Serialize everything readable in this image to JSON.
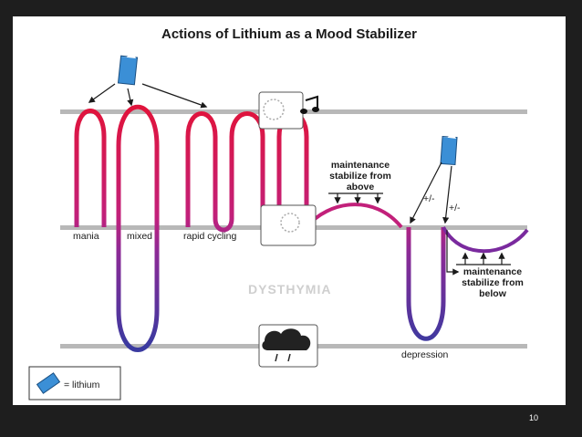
{
  "slide": {
    "title": "Actions of Lithium as a Mood Stabilizer",
    "page_number": "10"
  },
  "labels": {
    "mania": "mania",
    "mixed": "mixed",
    "rapid_cycling": "rapid cycling",
    "dysthymia": "DYSTHYMIA",
    "depression": "depression",
    "plus_minus_1": "+/-",
    "plus_minus_2": "+/-"
  },
  "stabilize_above": {
    "line1": "maintenance",
    "line2": "stabilize from",
    "line3": "above"
  },
  "stabilize_below": {
    "line1": "maintenance",
    "line2": "stabilize from",
    "line3": "below"
  },
  "legend": {
    "label": "= lithium"
  },
  "colors": {
    "background": "#1e1e1e",
    "panel": "#ffffff",
    "band": "#b8b8b8",
    "mania_red": "#e0143c",
    "purple_mid": "#9a2a8a",
    "depression_blue": "#3a3a9a",
    "lithium_blue": "#3b8fd6"
  },
  "icons": [
    "lithium-pill-icon",
    "receptor-dots-icon",
    "music-note-icon",
    "sad-cloud-icon"
  ]
}
